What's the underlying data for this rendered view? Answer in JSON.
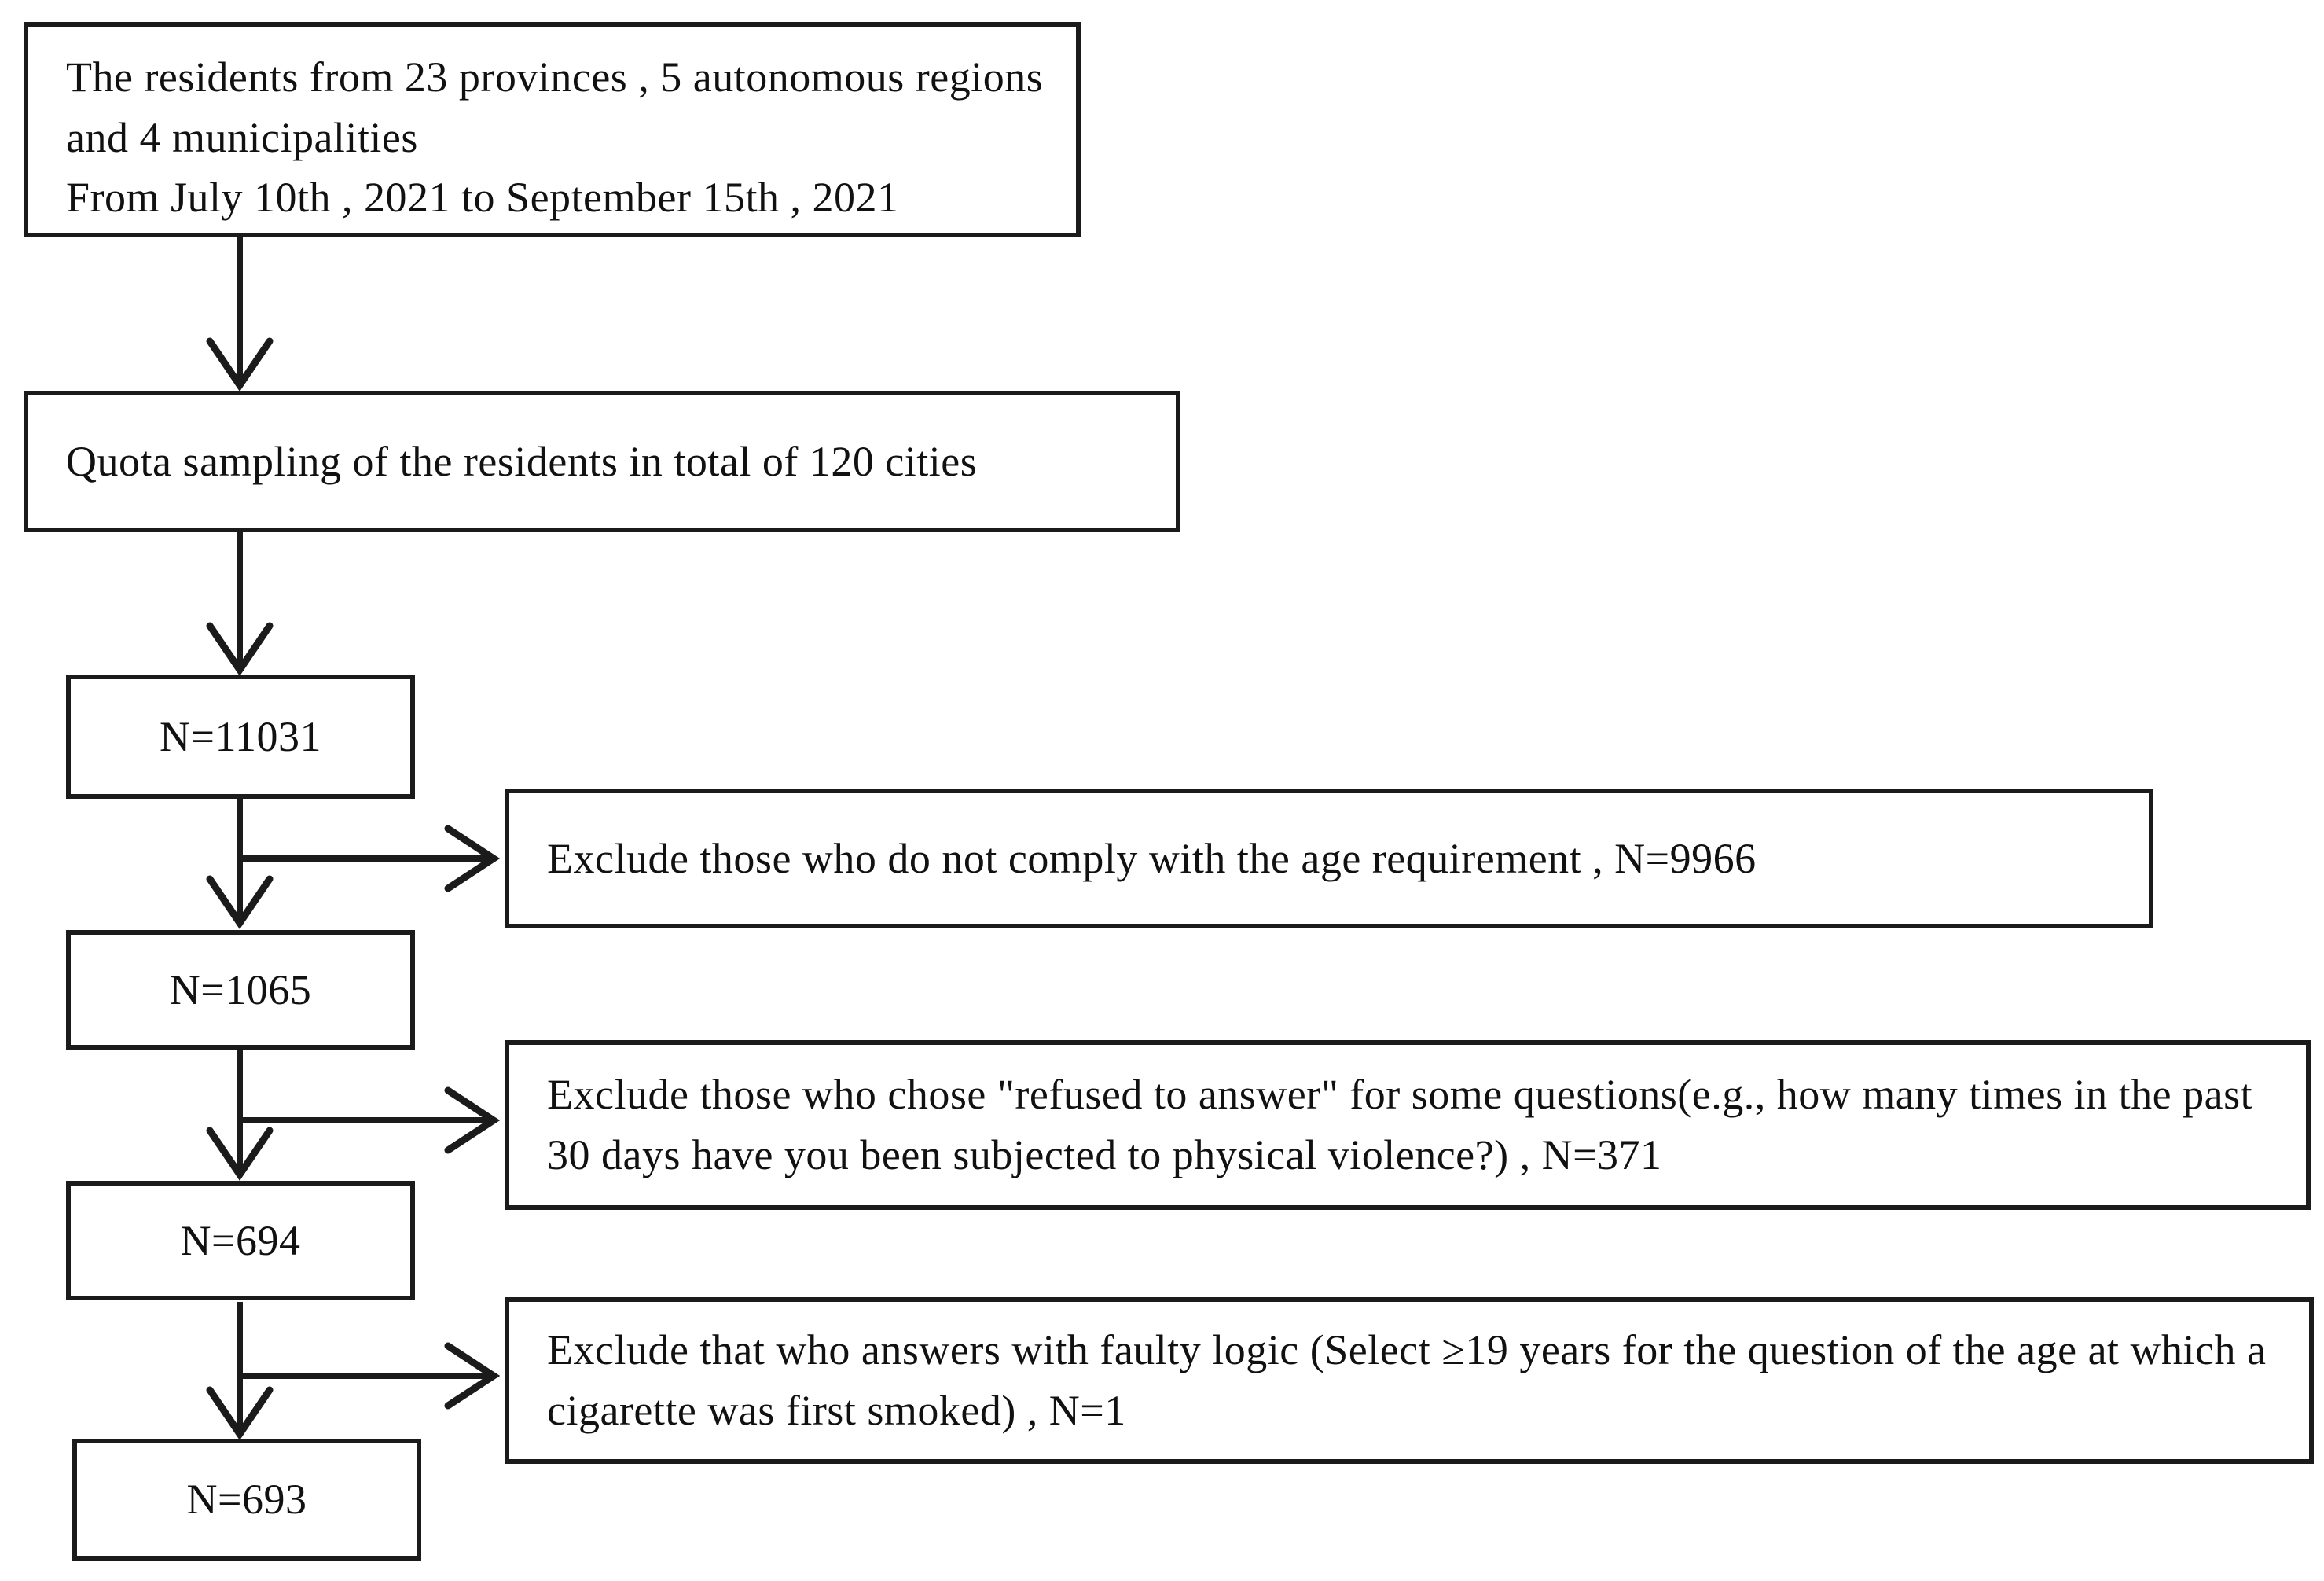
{
  "figure": {
    "type": "flowchart",
    "background_color": "#ffffff",
    "line_color": "#1b1b1b",
    "text_color": "#111111"
  },
  "nodes": {
    "population": {
      "line1": "The residents from 23 provinces , 5 autonomous regions and 4 municipalities",
      "line2": "From July 10th , 2021 to September 15th , 2021"
    },
    "sampling": {
      "text": "Quota sampling of the residents in total of 120 cities"
    },
    "n_initial": {
      "text": "N=11031"
    },
    "exclude_age": {
      "text": "Exclude those who do not comply with the age requirement , N=9966"
    },
    "n_after_age": {
      "text": "N=1065"
    },
    "exclude_refused": {
      "text": "Exclude those who chose \"refused to answer\" for some questions(e.g., how many times in the past 30 days have you been subjected to physical violence?) , N=371"
    },
    "n_after_refused": {
      "text": "N=694"
    },
    "exclude_faulty": {
      "text": "Exclude that who answers with faulty logic (Select ≥19 years for the question of the age at which a cigarette was first smoked) , N=1"
    },
    "n_final": {
      "text": "N=693"
    }
  },
  "edges": [
    {
      "from": "population",
      "to": "sampling"
    },
    {
      "from": "sampling",
      "to": "n_initial"
    },
    {
      "from": "n_initial",
      "to": "n_after_age"
    },
    {
      "from": "n_initial",
      "to": "exclude_age"
    },
    {
      "from": "n_after_age",
      "to": "n_after_refused"
    },
    {
      "from": "n_after_age",
      "to": "exclude_refused"
    },
    {
      "from": "n_after_refused",
      "to": "n_final"
    },
    {
      "from": "n_after_refused",
      "to": "exclude_faulty"
    }
  ]
}
